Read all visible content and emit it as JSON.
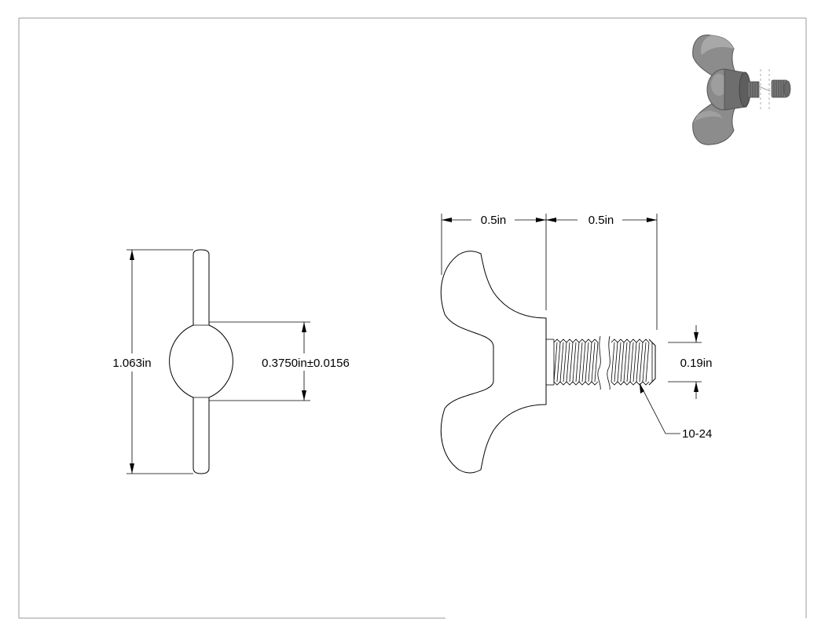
{
  "drawing": {
    "front_view": {
      "overall_height": "1.063in",
      "hub_diameter": "0.3750in±0.0156"
    },
    "side_view": {
      "wing_width": "0.5in",
      "thread_length": "0.5in",
      "thread_diameter": "0.19in",
      "thread_spec": "10-24"
    },
    "iso_view": {
      "icon": "wing-screw-3d-icon"
    }
  },
  "colors": {
    "line": "#000000",
    "border": "#999999",
    "iso_fill": "#8c8c8c",
    "iso_shade": "#5e5e5e"
  }
}
